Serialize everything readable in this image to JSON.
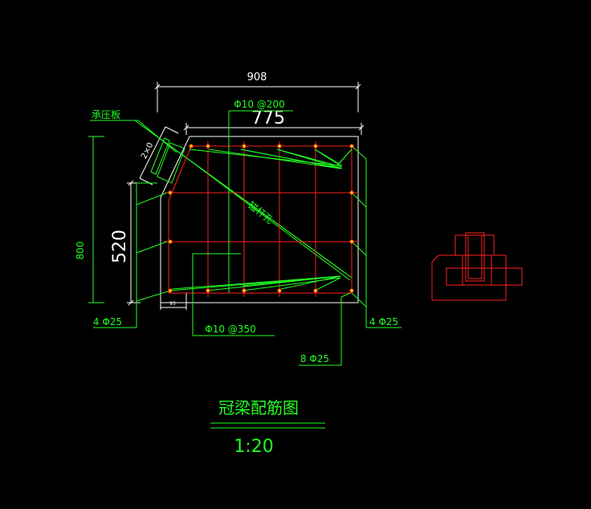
{
  "colors": {
    "background": "#000000",
    "dimension": "#ffffff",
    "annotation": "#22ff22",
    "rebar": "#ff2020",
    "rebar_dot": "#ffcc00"
  },
  "dims": {
    "top_width": "908",
    "inner_width": "775",
    "left_height": "800",
    "inner_height": "520",
    "plate_size": "2×0",
    "bottom_offset": "95"
  },
  "labels": {
    "bearing_plate": "承压板",
    "stirrup_top": "Φ10 @200",
    "anchor_hole": "锚杆孔",
    "left_bars": "4 Φ25",
    "right_bars": "4 Φ25",
    "stirrup_bottom": "Φ10 @350",
    "middle_bars": "8 Φ25"
  },
  "title": {
    "name": "冠梁配筋图",
    "scale": "1:20"
  }
}
